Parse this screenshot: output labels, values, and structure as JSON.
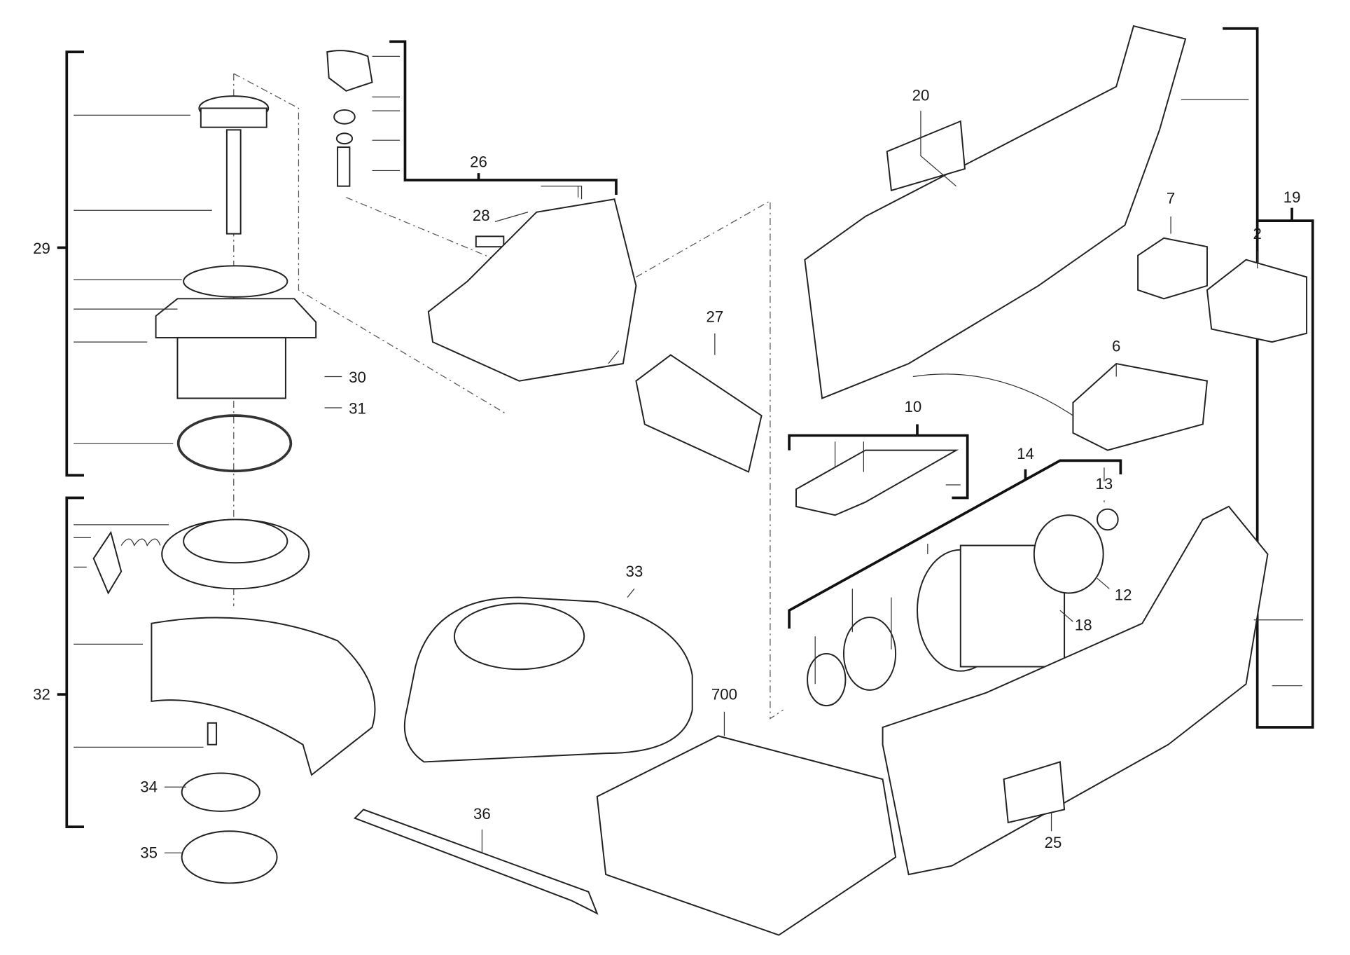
{
  "diagram": {
    "type": "exploded-parts-view",
    "line_color": "#222222",
    "background": "#ffffff",
    "part_labels": [
      "29",
      "26",
      "28",
      "27",
      "20",
      "19",
      "7",
      "2",
      "6",
      "10",
      "14",
      "13",
      "12",
      "18",
      "30",
      "31",
      "32",
      "33",
      "34",
      "35",
      "36",
      "700",
      "25"
    ]
  }
}
